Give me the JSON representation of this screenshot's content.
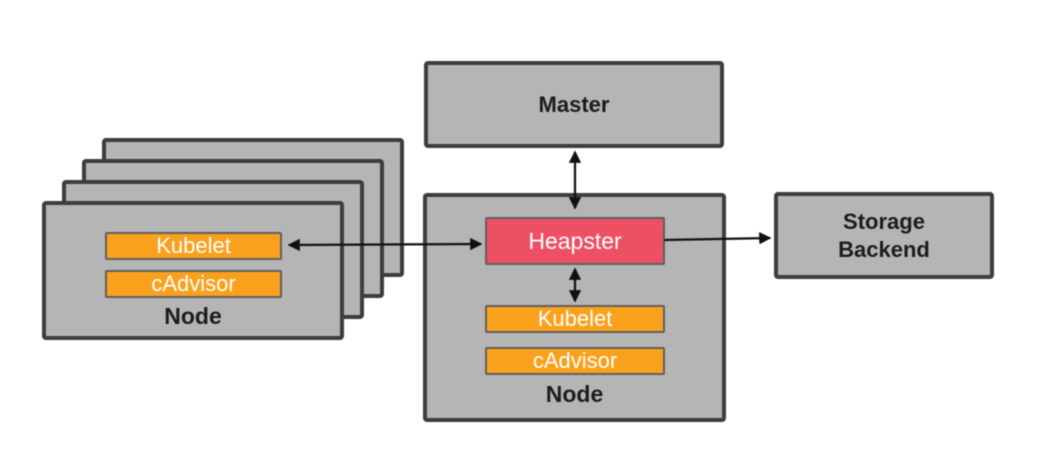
{
  "diagram": {
    "master": {
      "label": "Master"
    },
    "left_node_stack": {
      "stack_count": 4,
      "front": {
        "kubelet_label": "Kubelet",
        "cadvisor_label": "cAdvisor",
        "node_label": "Node"
      }
    },
    "central_node": {
      "heapster_label": "Heapster",
      "kubelet_label": "Kubelet",
      "cadvisor_label": "cAdvisor",
      "node_label": "Node"
    },
    "storage_backend": {
      "label_line1": "Storage",
      "label_line2": "Backend"
    },
    "connections": [
      {
        "from": "master",
        "to": "central-node-heapster",
        "type": "bidirectional"
      },
      {
        "from": "heapster",
        "to": "central-node-kubelet",
        "type": "bidirectional"
      },
      {
        "from": "left-node-kubelet",
        "to": "heapster",
        "type": "bidirectional"
      },
      {
        "from": "heapster",
        "to": "storage-backend",
        "type": "unidirectional"
      }
    ],
    "colors": {
      "box_fill": "#b5b5b5",
      "box_border": "#3d3d3d",
      "inner_border": "#5f5f5f",
      "orange": "#f9a11c",
      "red": "#ee5063",
      "text_dark": "#1c1c1c",
      "text_light": "#ffffff",
      "arrow": "#111111"
    }
  }
}
